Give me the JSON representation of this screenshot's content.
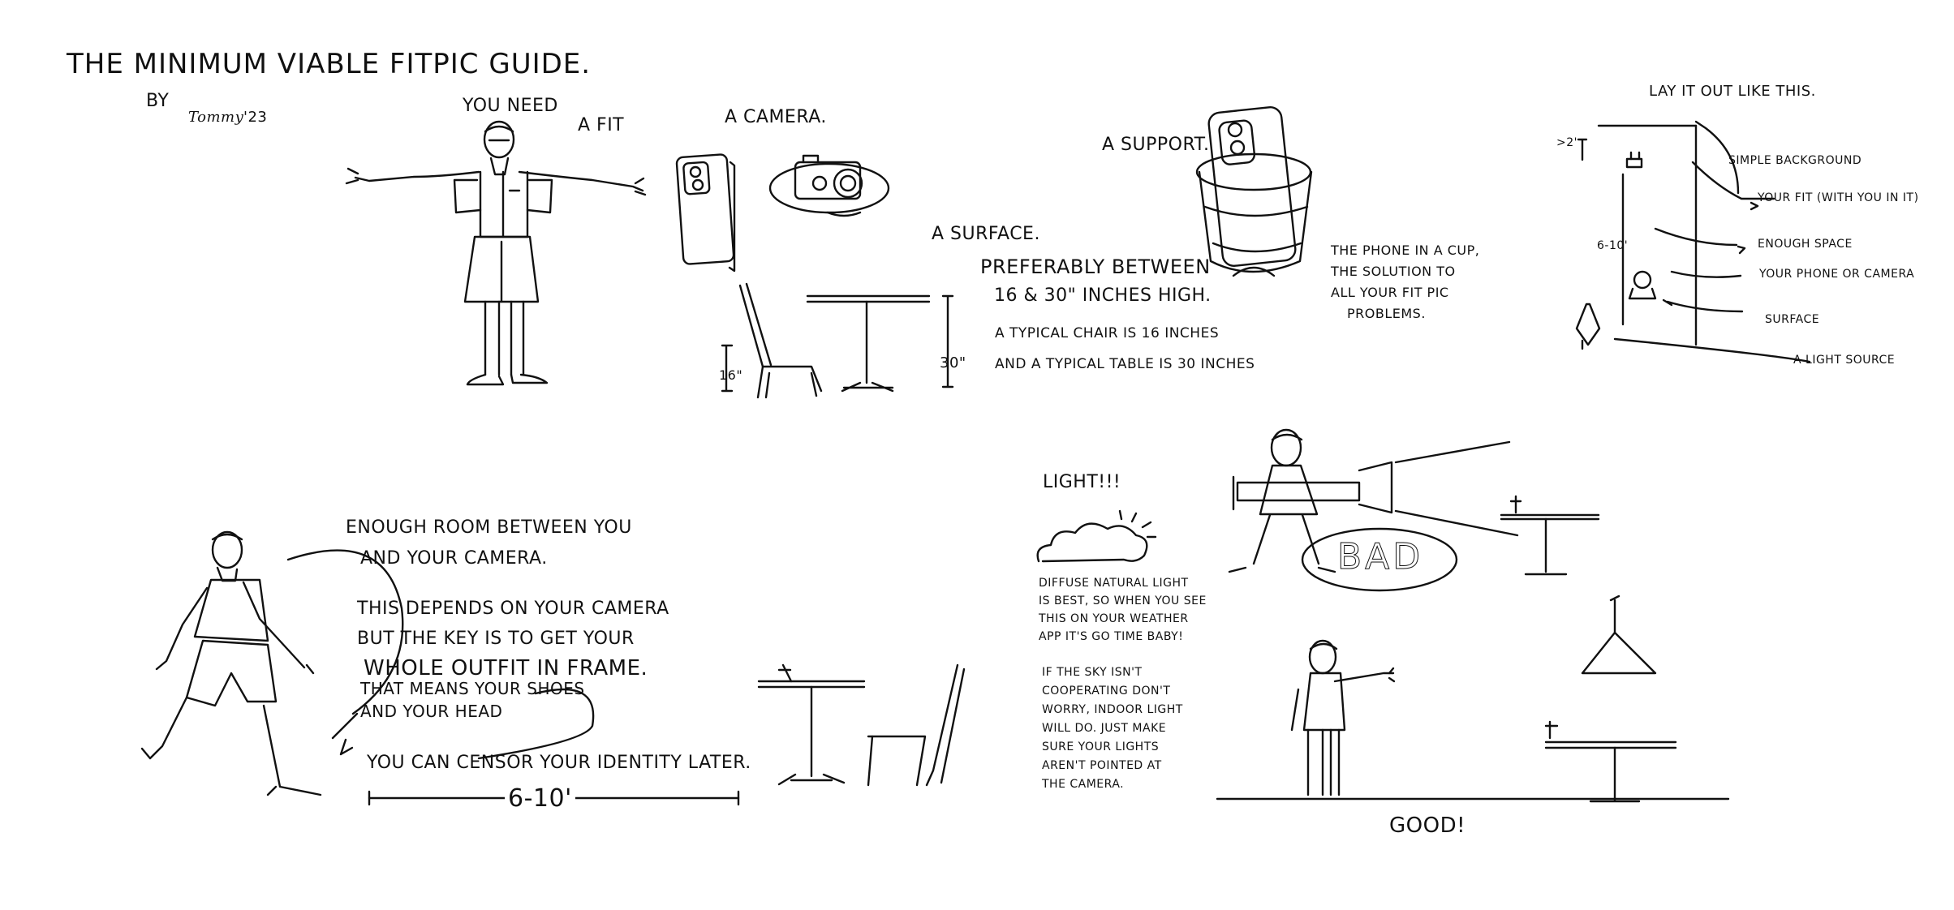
{
  "title": "The Minimum Viable Fitpic Guide.",
  "byline": {
    "by": "By",
    "signature": "Tommy",
    "year": "'23"
  },
  "you_need": "You Need",
  "items": {
    "fit": "A Fit",
    "camera": "A Camera.",
    "support": "A Support.",
    "surface": "A Surface."
  },
  "surface_notes": {
    "preferably": "Preferably between",
    "height_range": "16 & 30\" inches high.",
    "chair": "A typical chair is 16 inches",
    "table": "and a typical table is 30 inches"
  },
  "dimensions": {
    "chair": "16\"",
    "table": "30\"",
    "distance": "6-10'",
    "layout_distance": "6-10'",
    "layout_height": ">2'"
  },
  "phone_cup": [
    "The phone in a cup,",
    "the solution to",
    "all your fit pic",
    "problems."
  ],
  "layout": {
    "title": "Lay it out like this.",
    "labels": [
      "Simple background",
      "Your fit (with you in it)",
      "Enough space",
      "Your phone or camera",
      "Surface",
      "A light source"
    ]
  },
  "room": {
    "lines": [
      "Enough room between you",
      "and your camera."
    ],
    "depends": [
      "This depends on your camera",
      "but the key is to get your"
    ],
    "whole_outfit": "Whole Outfit in frame.",
    "shoes": [
      "That means your shoes",
      "and your head"
    ],
    "censor": "You can censor your identity later."
  },
  "light": {
    "title": "Light!!!",
    "diffuse": [
      "Diffuse natural light",
      "is best, so when you see",
      "this on your weather",
      "app it's go time baby!"
    ],
    "indoor": [
      "If the sky isn't",
      "cooperating don't",
      "worry, indoor light",
      "will do. Just make",
      "sure your lights",
      "aren't pointed at",
      "the camera."
    ],
    "bad": "Bad",
    "good": "Good!"
  }
}
